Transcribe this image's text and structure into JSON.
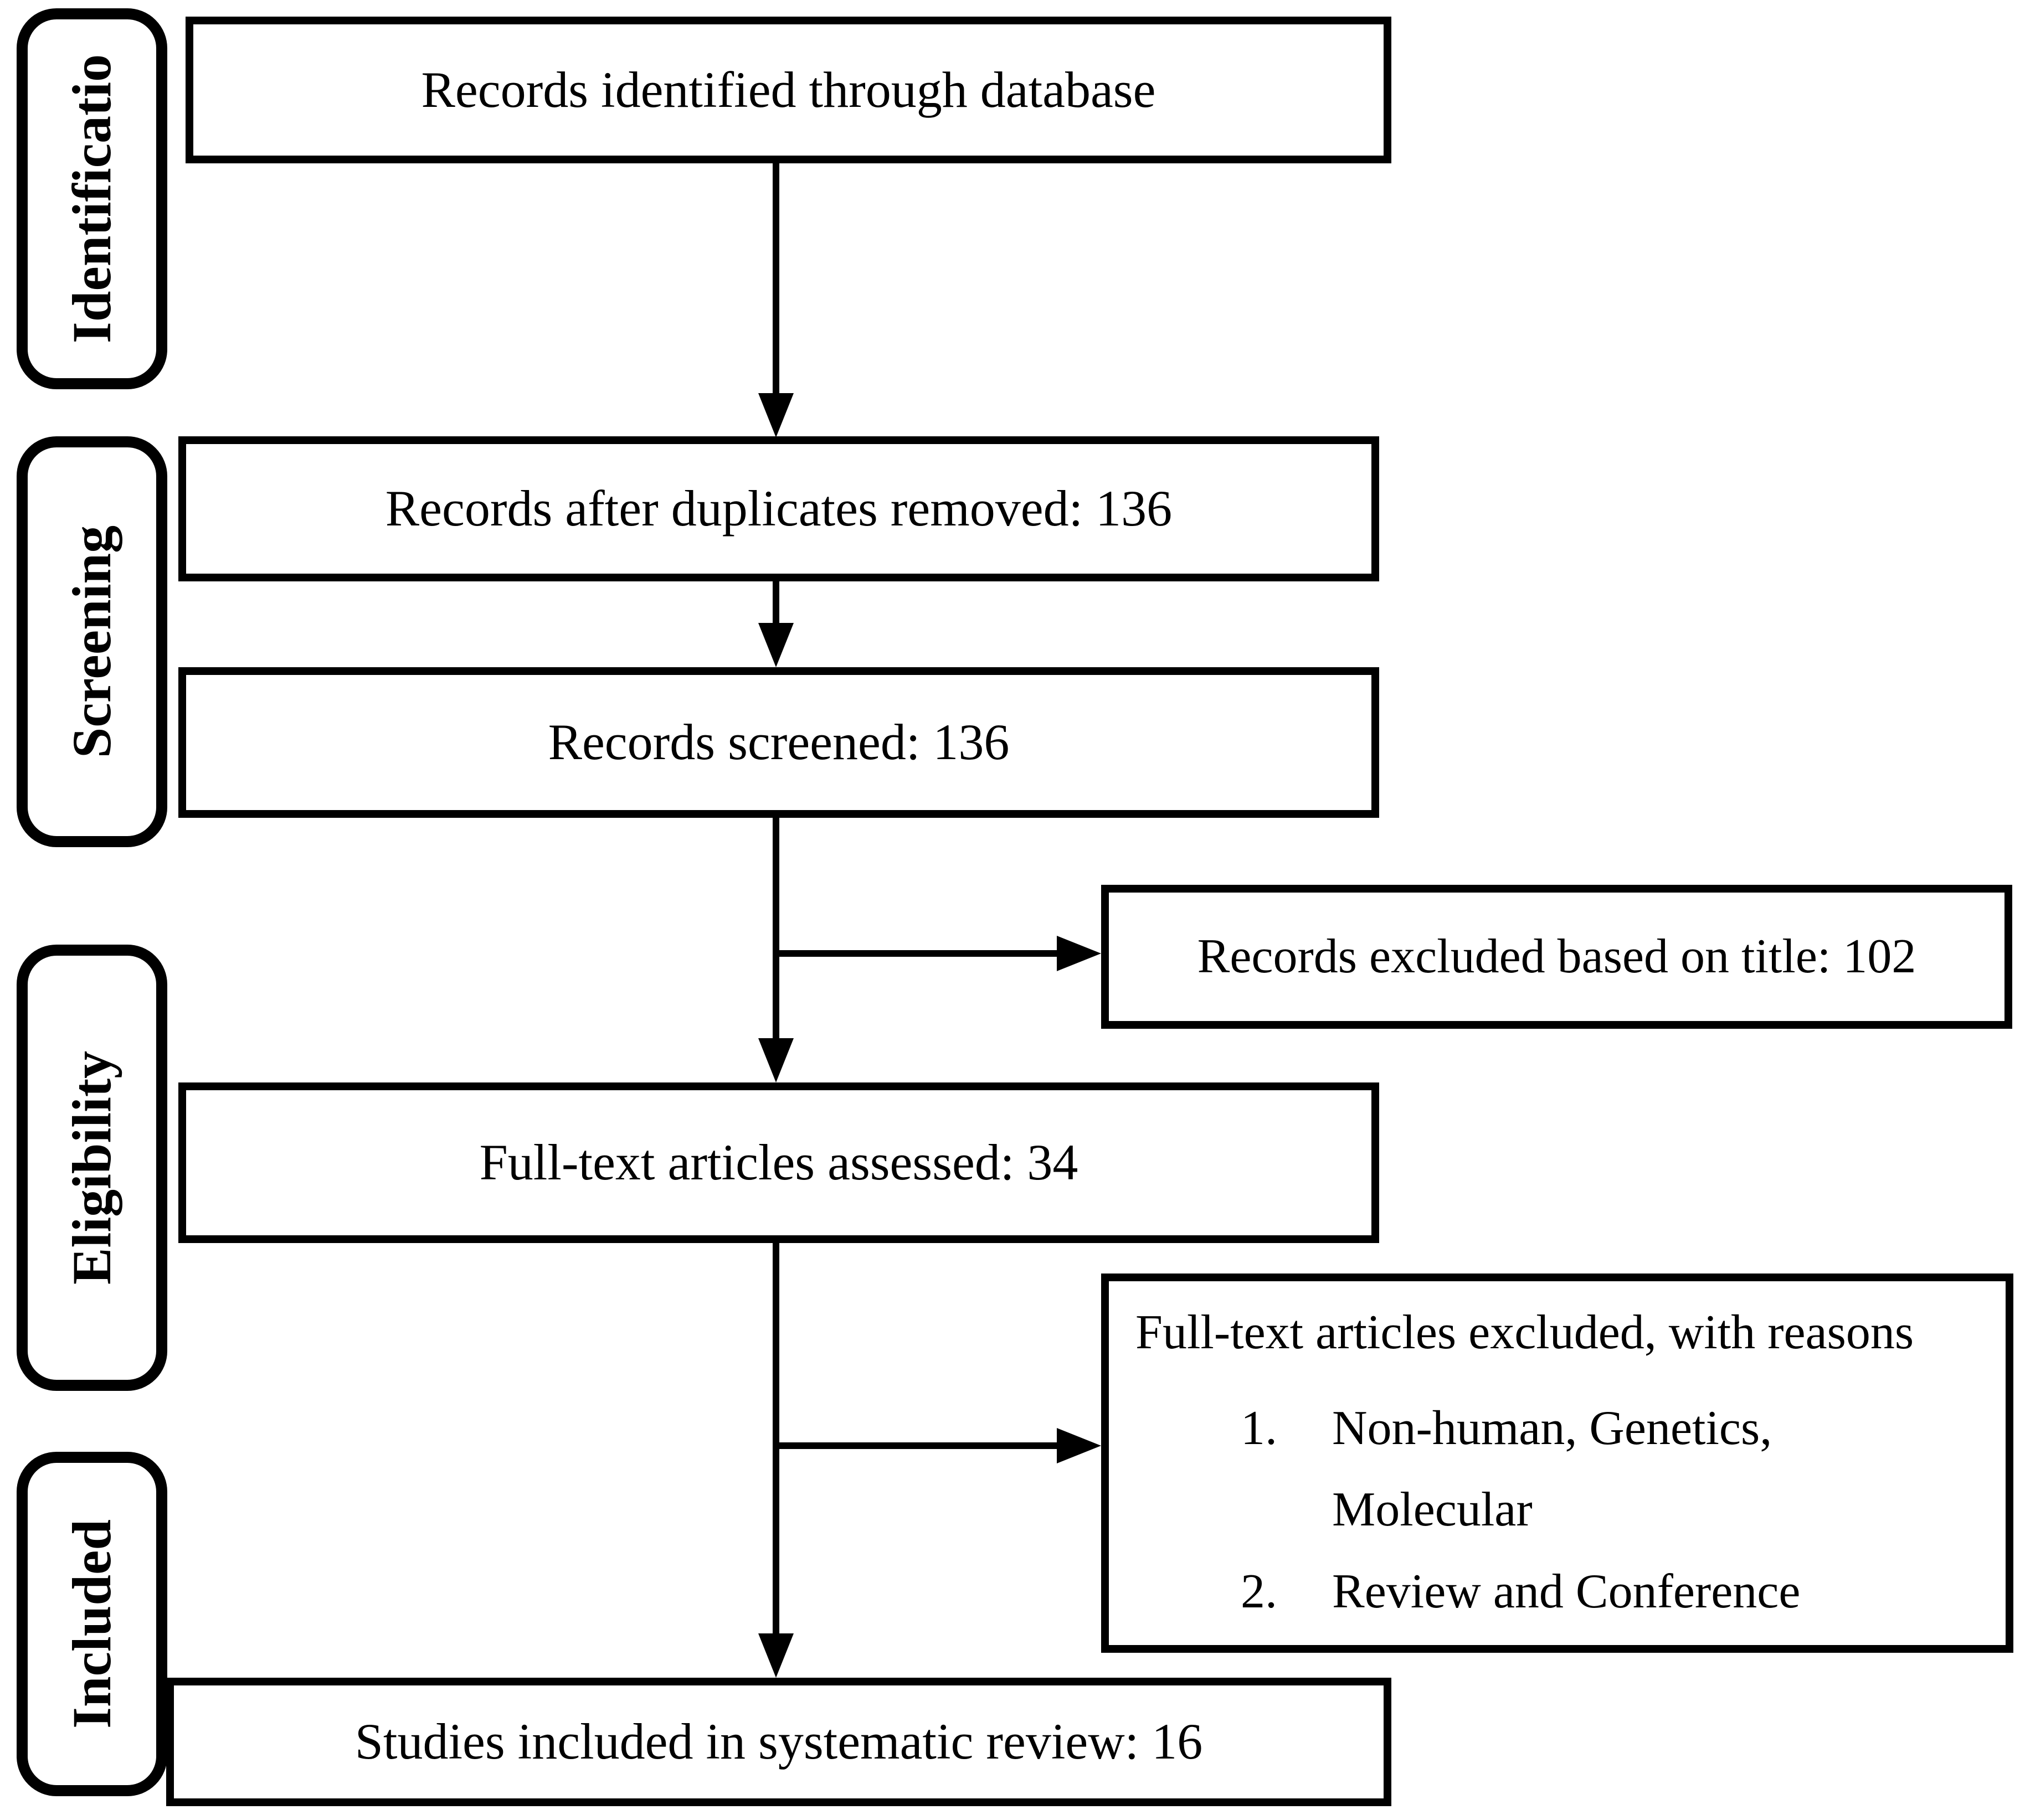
{
  "stages": {
    "identification": "Identificatio",
    "screening": "Screening",
    "eligibility": "Eligibility",
    "included": "Included"
  },
  "boxes": {
    "records_identified": "Records identified through database",
    "records_after_duplicates": "Records after duplicates removed: 136",
    "records_screened": "Records screened: 136",
    "records_excluded": "Records excluded based on title: 102",
    "fulltext_assessed": "Full-text articles assessed: 34",
    "fulltext_excluded": {
      "title": "Full-text articles excluded, with reasons",
      "items": [
        {
          "number": "1.",
          "line1": "Non-human, Genetics,",
          "line2": "Molecular"
        },
        {
          "number": "2.",
          "line1": "Review and Conference"
        }
      ]
    },
    "studies_included": "Studies included in systematic review: 16"
  },
  "counts": {
    "after_duplicates": 136,
    "screened": 136,
    "excluded_on_title": 102,
    "fulltext_assessed": 34,
    "included_in_review": 16
  },
  "colors": {
    "line": "#000000",
    "background": "#ffffff",
    "text": "#000000"
  }
}
